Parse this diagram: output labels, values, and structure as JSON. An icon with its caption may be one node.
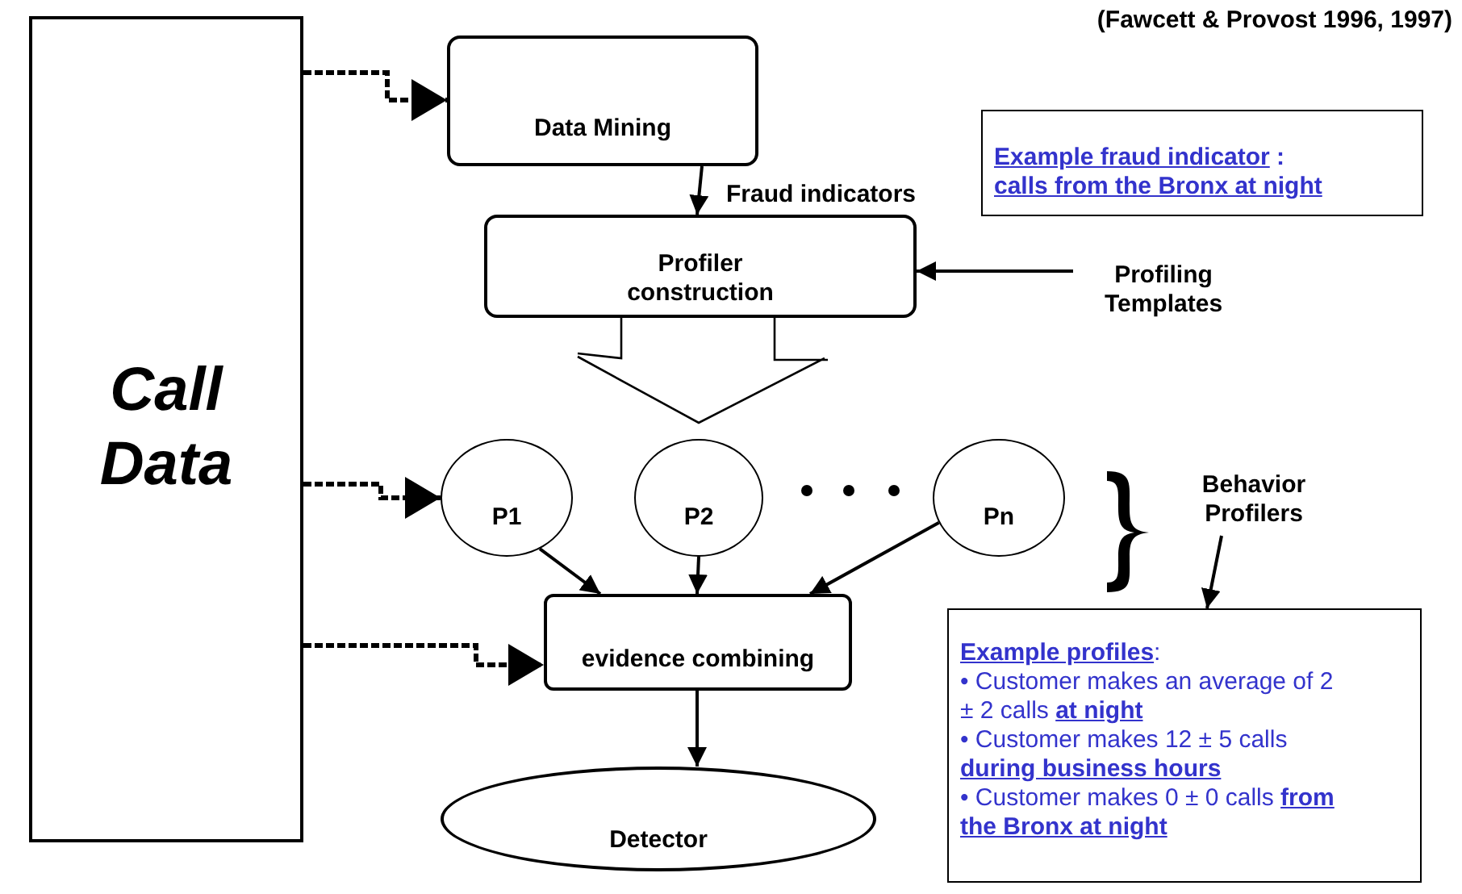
{
  "diagram": {
    "nodes": [
      {
        "text": [
          "Call Data"
        ]
      },
      {
        "text": [
          "Data Mining"
        ]
      },
      {
        "text": [
          "**Example fraud indicator** :",
          "calls from the Bronx at night"
        ]
      },
      {
        "text": [
          "Profiler construction"
        ]
      },
      {
        "text": [
          "Profiling Templates"
        ]
      },
      {
        "text": [
          "P1"
        ]
      },
      {
        "text": [
          "P2"
        ]
      },
      {
        "text": [
          "Pn"
        ]
      },
      {
        "text": [
          "Behavior Profilers"
        ]
      },
      {
        "text": [
          "evidence combining"
        ]
      },
      {
        "text": [
          "**Example profiles**:",
          "• Customer makes an average of 2 ± 2 calls  **at night**",
          "• Customer makes 12 ± 5 calls **during business hours**",
          "• Customer makes 0 ± 0 calls **from the Bronx at night**"
        ]
      },
      {
        "text": [
          "Detector"
        ]
      }
    ],
    "edges": [
      {
        "from": 0,
        "to": 1,
        "arrow": "to",
        "style": "dashed"
      },
      {
        "from": 1,
        "to": 3,
        "arrow": "to",
        "label": "Fraud indicators"
      },
      {
        "from": 4,
        "to": 3,
        "arrow": "to"
      },
      {
        "from": 0,
        "to": 5,
        "arrow": "to",
        "style": "dashed"
      },
      {
        "from": 5,
        "to": 9,
        "arrow": "to"
      },
      {
        "from": 6,
        "to": 9,
        "arrow": "to"
      },
      {
        "from": 7,
        "to": 9,
        "arrow": "to"
      },
      {
        "from": 8,
        "to": 10,
        "arrow": "to"
      },
      {
        "from": 0,
        "to": 9,
        "arrow": "to",
        "style": "dashed"
      },
      {
        "from": 9,
        "to": 11,
        "arrow": "to"
      }
    ],
    "labels": [
      "(Fawcett & Provost 1996, 1997)"
    ]
  }
}
